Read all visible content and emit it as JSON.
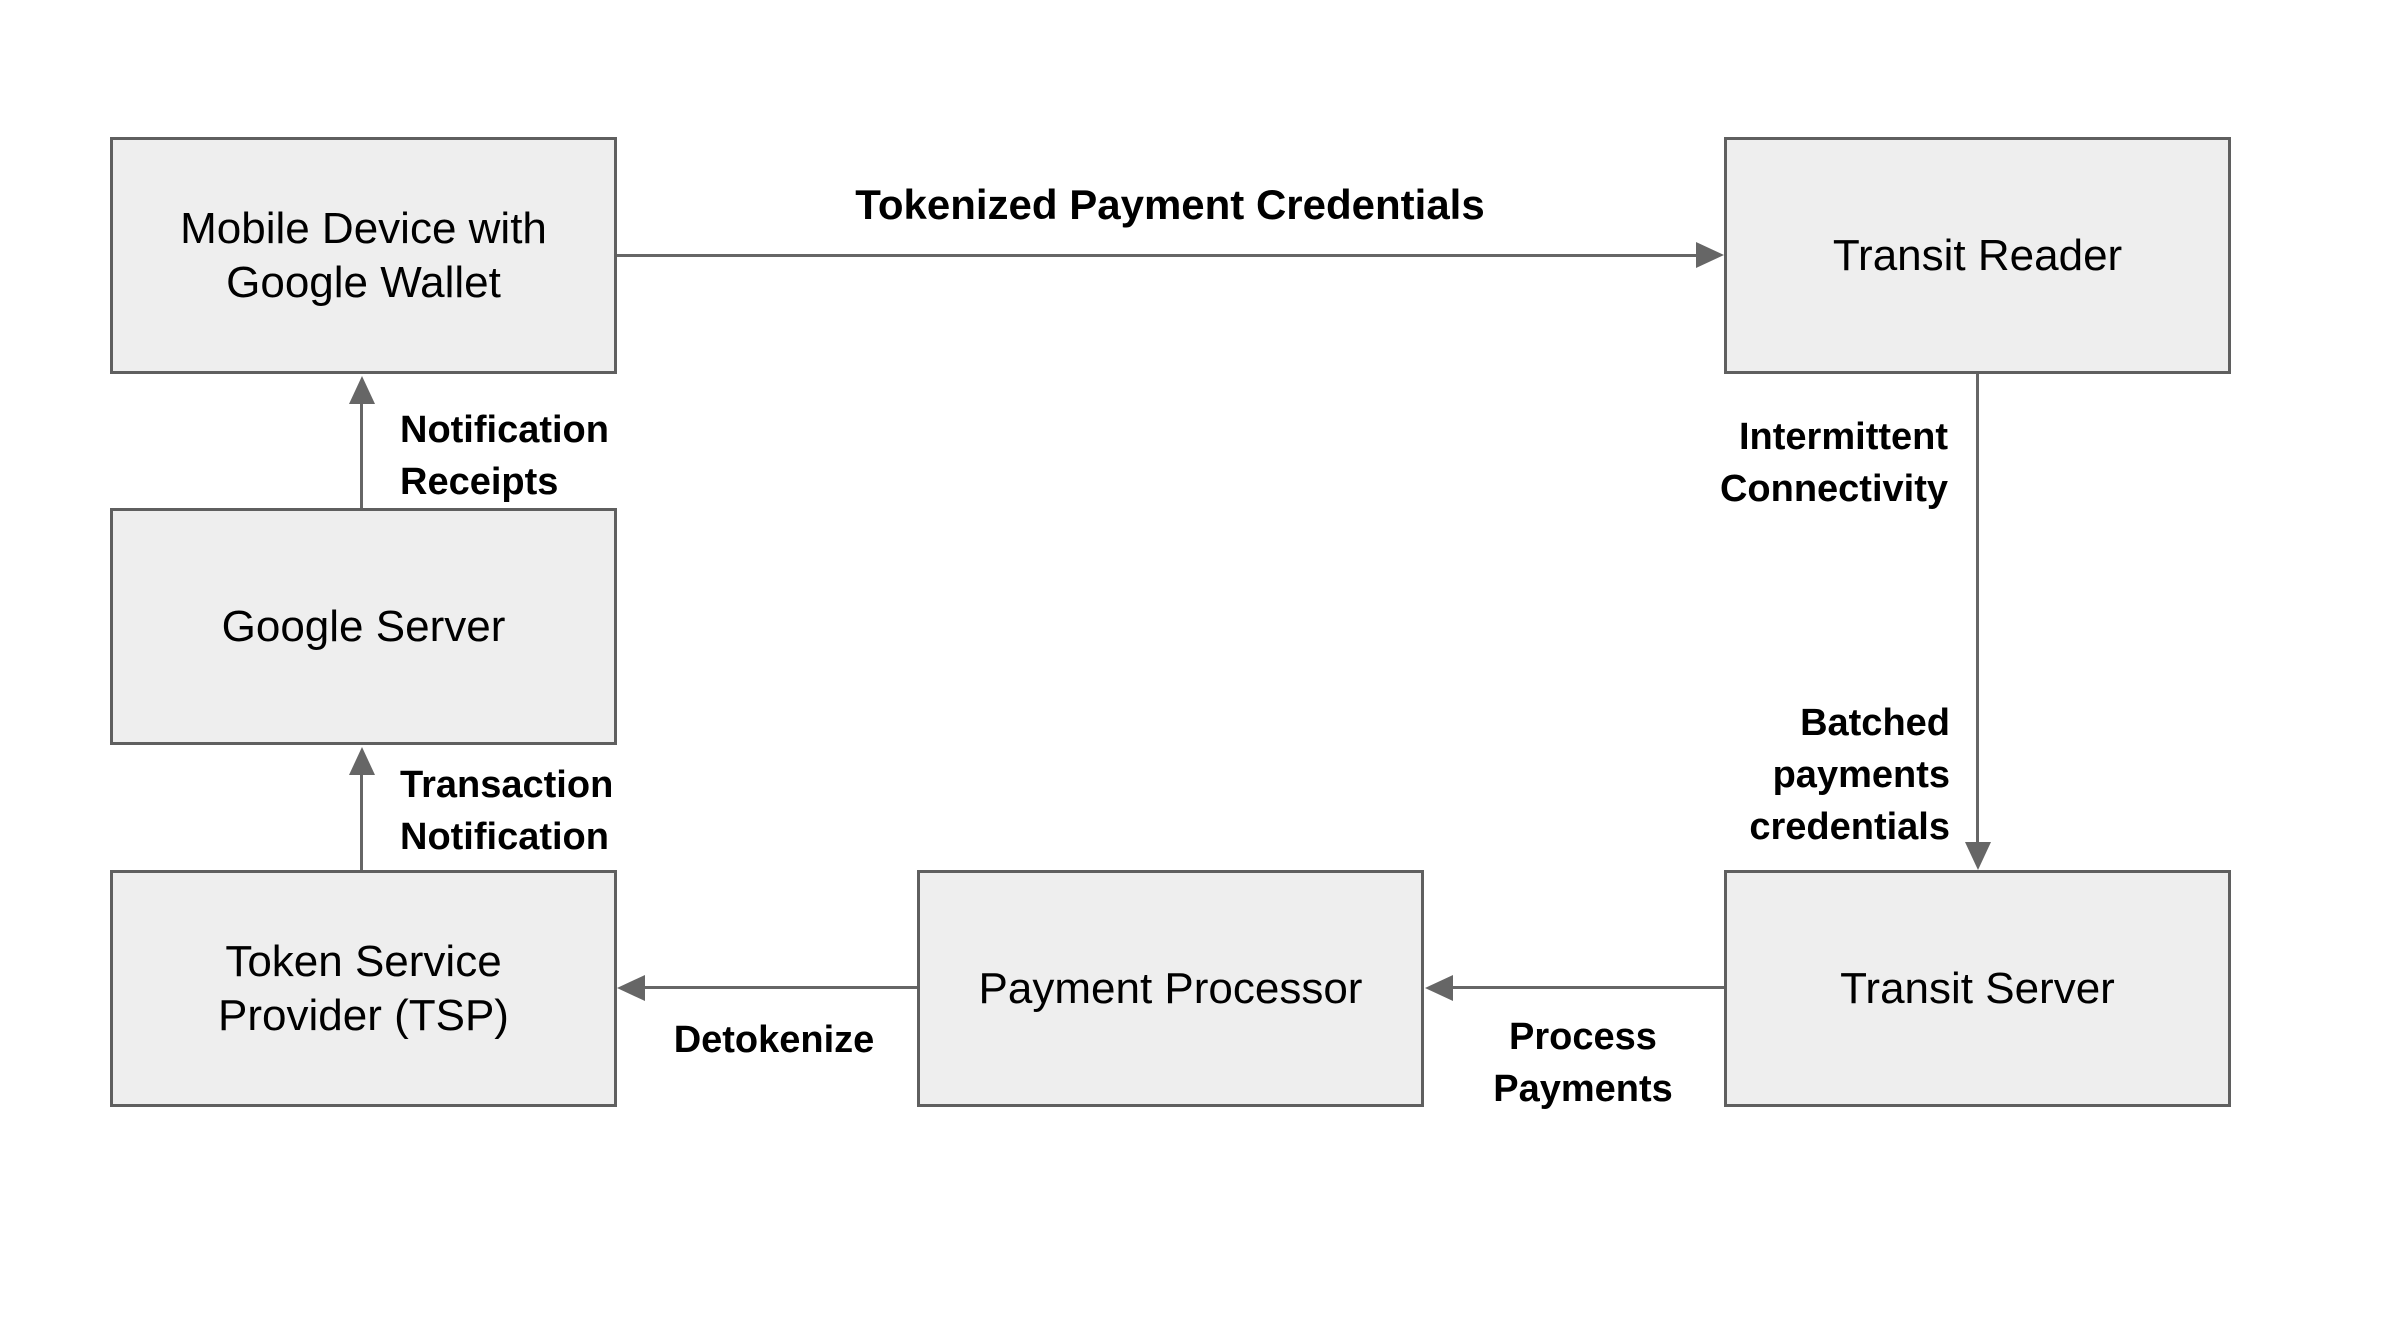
{
  "title": "Google Wallet transit tokenized payment flow diagram",
  "theme": {
    "background": "#ffffff",
    "box_fill": "#eeeeee",
    "box_border": "#5f5f5f",
    "arrow_color": "#666666",
    "text_color": "#000000"
  },
  "nodes": {
    "mobile_device": {
      "label": "Mobile Device with\nGoogle Wallet"
    },
    "transit_reader": {
      "label": "Transit Reader"
    },
    "google_server": {
      "label": "Google Server"
    },
    "tsp": {
      "label": "Token Service\nProvider (TSP)"
    },
    "payment_processor": {
      "label": "Payment Processor"
    },
    "transit_server": {
      "label": "Transit Server"
    }
  },
  "edges": {
    "tokenized_payment_credentials": {
      "label": "Tokenized Payment Credentials",
      "from": "mobile_device",
      "to": "transit_reader"
    },
    "notification_receipts": {
      "label": "Notification\nReceipts",
      "from": "google_server",
      "to": "mobile_device"
    },
    "transaction_notification": {
      "label": "Transaction\nNotification",
      "from": "tsp",
      "to": "google_server"
    },
    "intermittent_connectivity": {
      "label": "Intermittent\nConnectivity",
      "from": "transit_reader",
      "to": "transit_server"
    },
    "batched_payments_credentials": {
      "label": "Batched\npayments\ncredentials",
      "from": "transit_reader",
      "to": "transit_server"
    },
    "process_payments": {
      "label": "Process\nPayments",
      "from": "transit_server",
      "to": "payment_processor"
    },
    "detokenize": {
      "label": "Detokenize",
      "from": "payment_processor",
      "to": "tsp"
    }
  }
}
